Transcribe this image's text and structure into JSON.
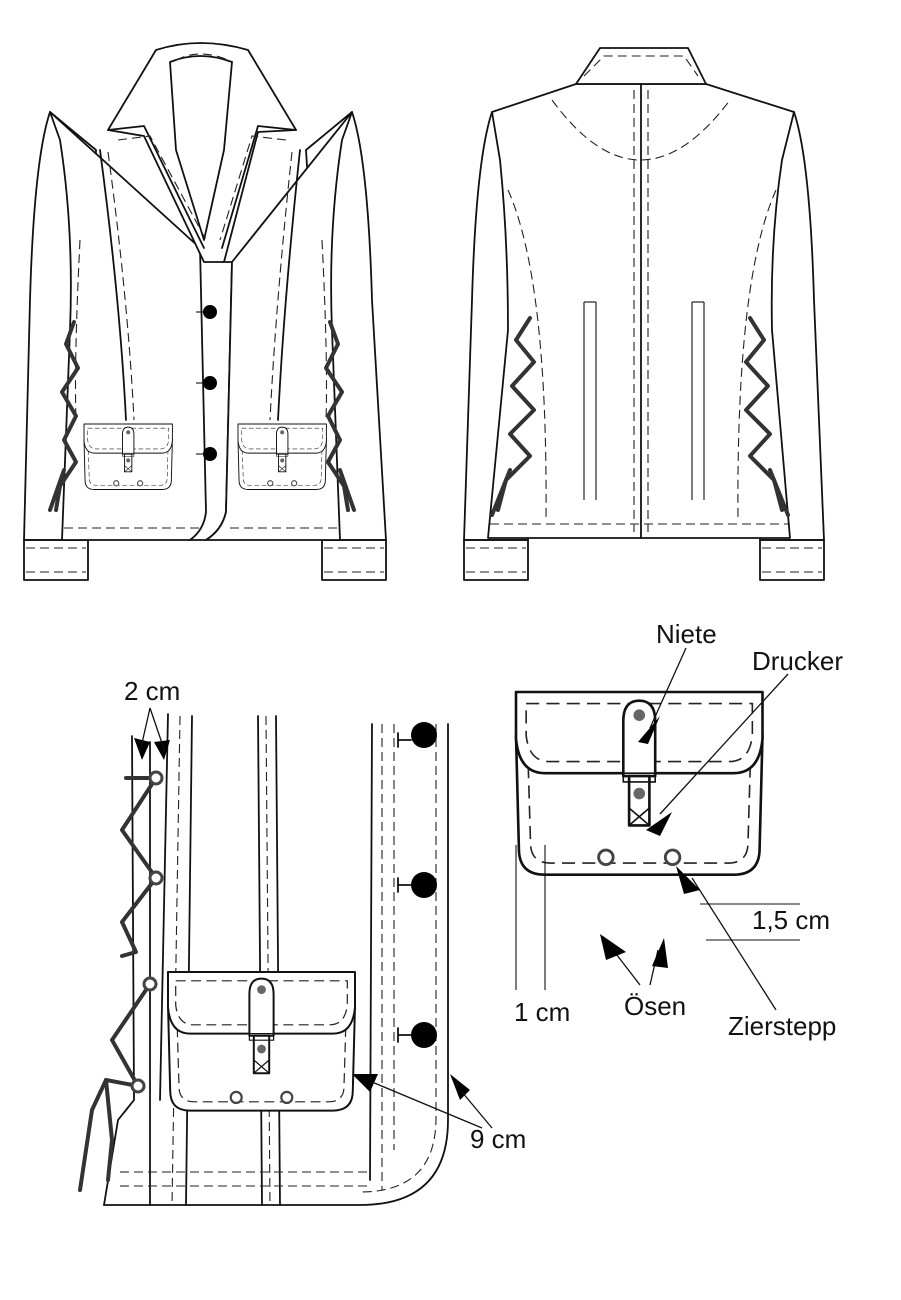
{
  "labels": {
    "niete": "Niete",
    "drucker": "Drucker",
    "zierstepp": "Zierstepp",
    "oesen": "Ösen",
    "lace_spacing": "2 cm",
    "pocket_distance": "9 cm",
    "edge_1cm": "1 cm",
    "edge_15cm": "1,5 cm"
  }
}
